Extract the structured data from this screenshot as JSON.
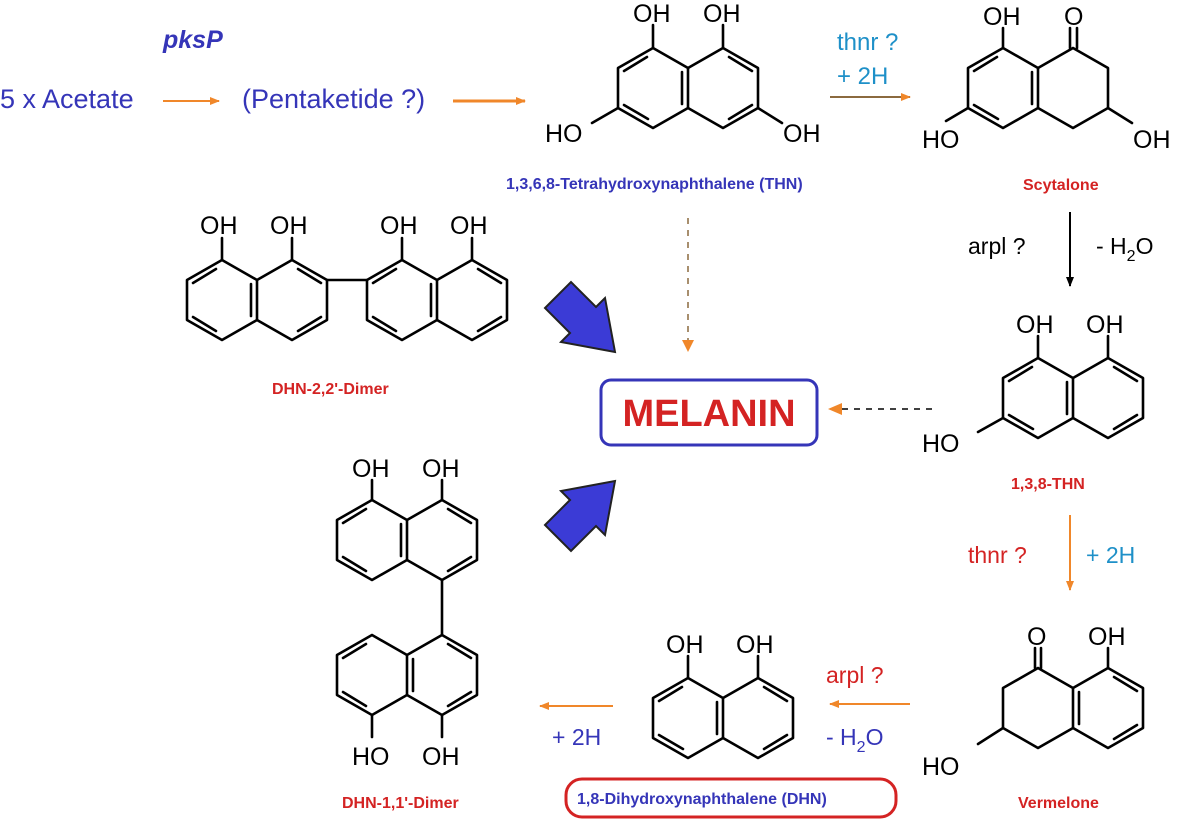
{
  "enzyme_top": "pksP",
  "top_row": {
    "acetate": "5 x Acetate",
    "pentaketide": "(Pentaketide ?)",
    "thnr_label": "thnr ?",
    "plus_2h": "+ 2H"
  },
  "compounds": {
    "thn": "1,3,6,8-Tetrahydroxynaphthalene (THN)",
    "scytalone": "Scytalone",
    "thn138": "1,3,8-THN",
    "vermelone": "Vermelone",
    "dhn": "1,8-Dihydroxynaphthalene (DHN)",
    "dimer22": "DHN-2,2'-Dimer",
    "dimer11": "DHN-1,1'-Dimer"
  },
  "steps": {
    "arpl_1": "arpl ?",
    "minus_h2o_1": "- H",
    "thnr_2": "thnr ?",
    "plus_2h_2": "+ 2H",
    "arpl_2": "arpl ?",
    "minus_h2o_2": "- H",
    "plus_2h_3": "+ 2H"
  },
  "water": {
    "sub": "2",
    "o": "O"
  },
  "melanin": "MELANIN",
  "atoms": {
    "oh": "OH",
    "ho": "HO",
    "o": "O"
  },
  "colors": {
    "blue": "#3535b8",
    "red": "#d42323",
    "cyan": "#1e90c8",
    "orange": "#f0872a",
    "arrow_fill": "#3b3bd6"
  }
}
